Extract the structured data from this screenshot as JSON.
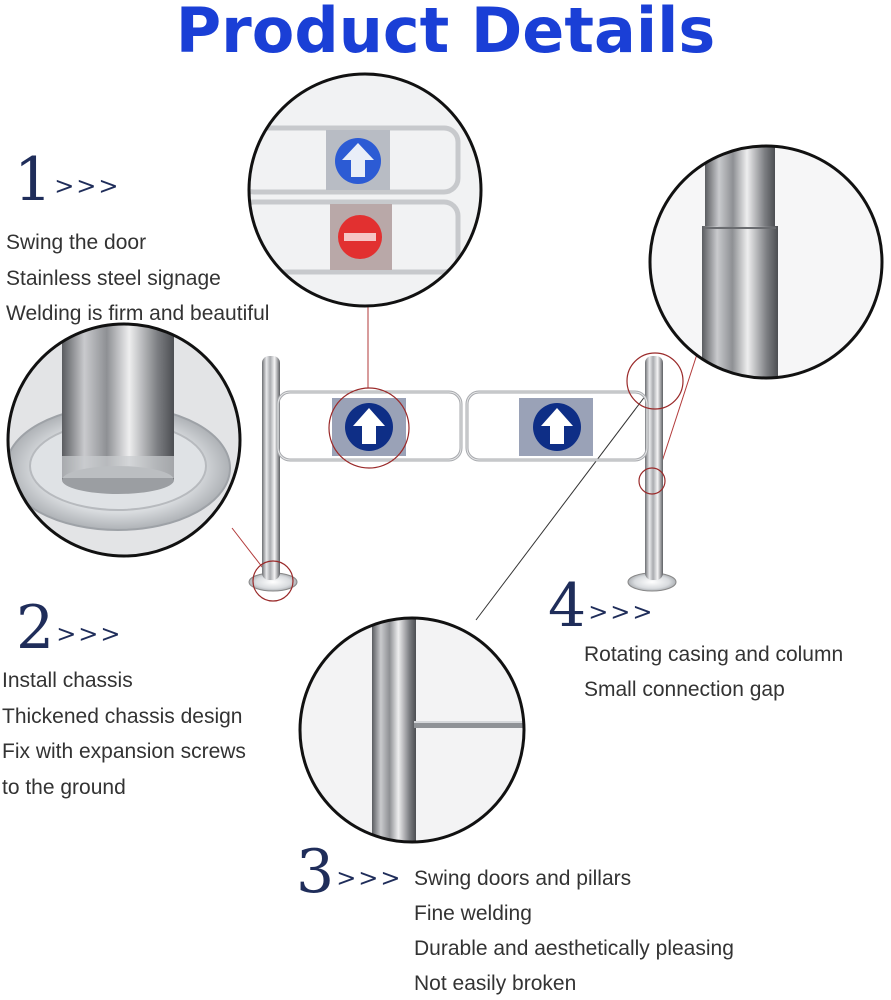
{
  "title": "Product Details",
  "accent_color": "#1a3fd6",
  "sections": [
    {
      "number": "1",
      "arrows": ">>>",
      "lines": [
        "Swing the door",
        "Stainless steel signage",
        "Welding is firm and beautiful"
      ]
    },
    {
      "number": "2",
      "arrows": ">>>",
      "lines": [
        "Install chassis",
        "Thickened chassis design",
        "Fix with expansion screws",
        "to the ground"
      ]
    },
    {
      "number": "3",
      "arrows": ">>>",
      "lines": [
        "Swing doors and pillars",
        "Fine welding",
        "Durable and aesthetically pleasing",
        "Not easily broken"
      ]
    },
    {
      "number": "4",
      "arrows": ">>>",
      "lines": [
        "Rotating casing and column",
        "Small connection gap"
      ]
    }
  ],
  "icons": [
    "up-arrow-icon",
    "no-entry-icon"
  ]
}
